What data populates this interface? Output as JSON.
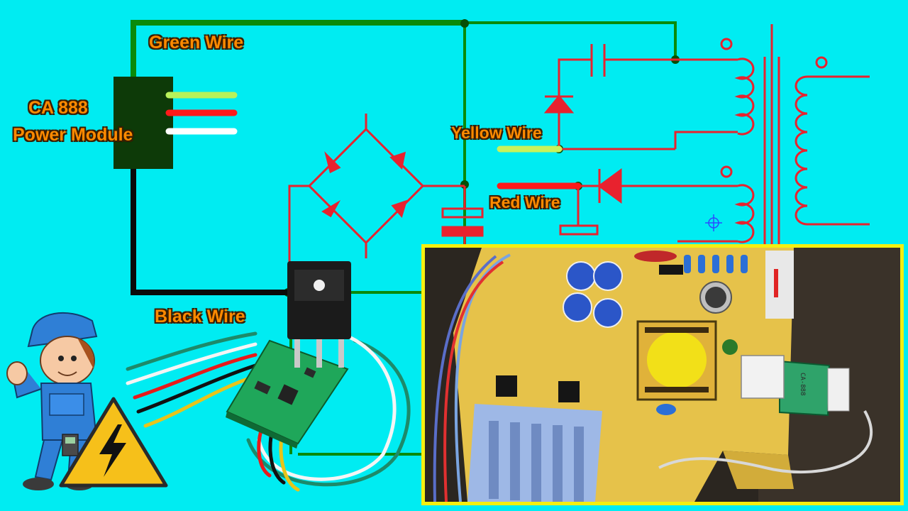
{
  "labels": {
    "green_wire": "Green Wire",
    "module_line1": "CA 888",
    "module_line2": "Power Module",
    "yellow_wire": "Yellow Wire",
    "red_wire": "Red Wire",
    "black_wire": "Black Wire"
  },
  "board_text": {
    "module_chip": "CA-888"
  },
  "colors": {
    "background": "#00ecf2",
    "circuit_red": "#e8222e",
    "wire_green": "#0a8a0a",
    "wire_black": "#0a0a0a",
    "module_body": "#0d3a08",
    "label_text": "#ff8a00",
    "photo_border": "#f4ef10",
    "pcb_yellow": "#e6c24a"
  },
  "icons": [
    "transformer-symbol",
    "bridge-rectifier-symbol",
    "diode-symbol",
    "capacitor-symbol",
    "crosshair-icon",
    "high-voltage-warning-icon",
    "electrician-mascot-icon"
  ]
}
